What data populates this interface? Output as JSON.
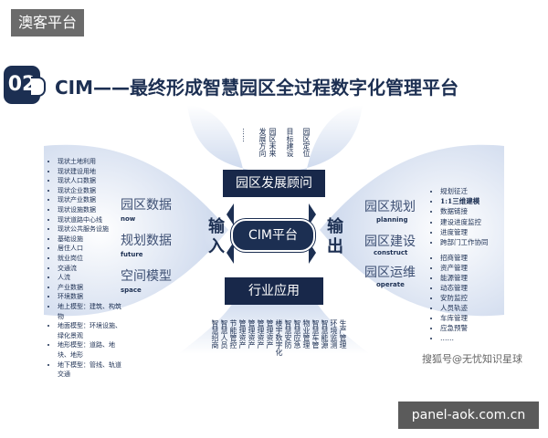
{
  "corner_tag": "澳客平台",
  "badge": "02",
  "title": "CIM——最终形成智慧园区全过程数字化管理平台",
  "top_columns": [
    "……",
    "发展方向",
    "园区未来",
    "目标建设",
    "园区定位"
  ],
  "left_items": [
    "现状土地利用",
    "现状建设用地",
    "现状人口数据",
    "现状企业数据",
    "现状产业数据",
    "现状设施数据",
    "现状道路中心线",
    "现状公共服务设施",
    "基础设施",
    "居住人口",
    "就业岗位",
    "交通流",
    "人流",
    "产业数据",
    "环境数据",
    "地上模型：建筑、构筑物",
    "地面模型：环境设施、绿化景观",
    "地形模型：道路、地块、地形",
    "地下模型：管线、轨道交通"
  ],
  "input": {
    "label": "输入",
    "groups": [
      {
        "cn": "园区数据",
        "en": "now"
      },
      {
        "cn": "规划数据",
        "en": "future"
      },
      {
        "cn": "空间模型",
        "en": "space"
      }
    ]
  },
  "center": {
    "top_box": "园区发展顾问",
    "core": "CIM平台",
    "bottom_box": "行业应用"
  },
  "output": {
    "label": "输出",
    "groups": [
      {
        "cn": "园区规划",
        "en": "planning"
      },
      {
        "cn": "园区建设",
        "en": "construct"
      },
      {
        "cn": "园区运维",
        "en": "operate"
      }
    ]
  },
  "planning_items": [
    "规划征迁",
    "1:1三维建模",
    "数据链接"
  ],
  "construct_items": [
    "建设进度监控",
    "进度管理",
    "跨部门工作协同"
  ],
  "operate_items": [
    "招商管理",
    "资产管理",
    "能源管理",
    "动态管理",
    "安防监控",
    "人员轨迹",
    "车库管理",
    "应急预警",
    "……"
  ],
  "bottom_columns": [
    "智慧招商",
    "智慧人员",
    "节能管控",
    "管理资产",
    "管理资产",
    "管理资产",
    "管理资产",
    "楼宇数字化",
    "智慧安防",
    "智慧应急",
    "物业管理",
    "智慧车管",
    "智慧能源",
    "环境监测",
    "生产管理"
  ],
  "watermark_text": "搜狐号@无忧知识星球",
  "site_banner": "panel-aok.com.cn",
  "colors": {
    "navy": "#1c2f52",
    "dark_box": "#18284a",
    "glow": "#dbe4f4"
  }
}
